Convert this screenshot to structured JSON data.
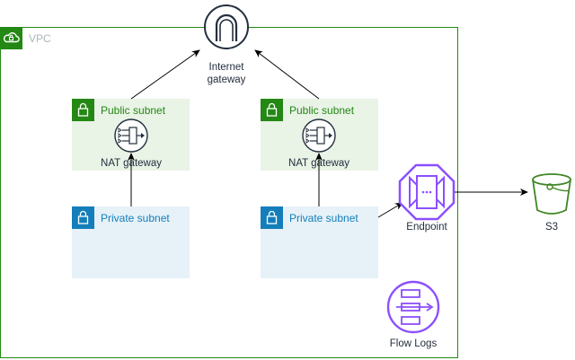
{
  "vpc": {
    "label": "VPC"
  },
  "internet_gateway": {
    "label_line1": "Internet",
    "label_line2": "gateway"
  },
  "left": {
    "public_subnet": "Public subnet",
    "nat_gateway": "NAT gateway",
    "private_subnet": "Private subnet"
  },
  "right": {
    "public_subnet": "Public subnet",
    "nat_gateway": "NAT gateway",
    "private_subnet": "Private subnet"
  },
  "endpoint": {
    "label": "Endpoint"
  },
  "s3": {
    "label": "S3"
  },
  "flow_logs": {
    "label": "Flow Logs"
  },
  "colors": {
    "vpc_green": "#248814",
    "public_fill": "#e9f3e6",
    "private_fill": "#e6f2f8",
    "private_blue": "#147eba",
    "endpoint_purple": "#8c4fff",
    "s3_green": "#3f8624",
    "dark": "#232f3e"
  }
}
